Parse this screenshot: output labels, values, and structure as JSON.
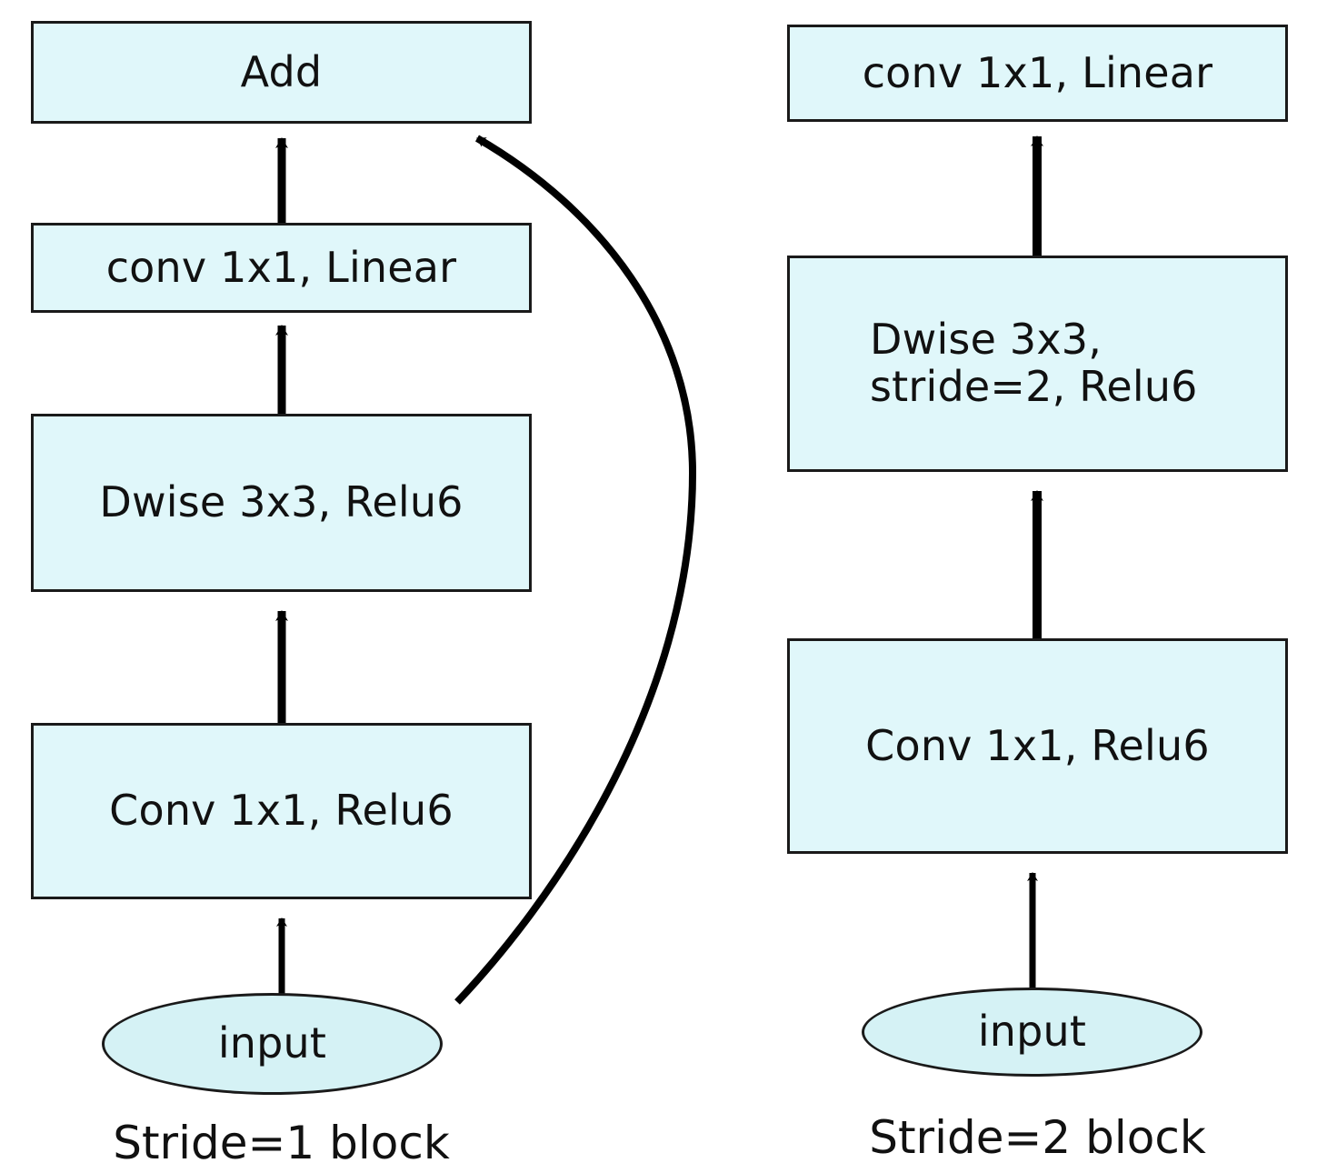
{
  "diagram": {
    "title_hidden": "MobileNetV2 bottleneck residual blocks",
    "background_color": "#ffffff",
    "node_fill_color": "#e0f7fa",
    "node_border_color": "#1a1a1a",
    "edge_color": "#000000",
    "text_color": "#111111"
  },
  "blocks": [
    {
      "id": "stride1",
      "caption": "Stride=1 block",
      "nodes": [
        {
          "id": "s1-add",
          "label": "Add",
          "shape": "rect",
          "align": "center"
        },
        {
          "id": "s1-conv-linear",
          "label": "conv 1x1, Linear",
          "shape": "rect",
          "align": "center"
        },
        {
          "id": "s1-dwise",
          "label": "Dwise 3x3, Relu6",
          "shape": "rect",
          "align": "center"
        },
        {
          "id": "s1-conv-relu",
          "label": "Conv 1x1, Relu6",
          "shape": "rect",
          "align": "center"
        },
        {
          "id": "s1-input",
          "label": "input",
          "shape": "ellipse",
          "align": "center"
        }
      ],
      "edges": [
        {
          "from": "s1-input",
          "to": "s1-conv-relu",
          "kind": "straight"
        },
        {
          "from": "s1-conv-relu",
          "to": "s1-dwise",
          "kind": "straight"
        },
        {
          "from": "s1-dwise",
          "to": "s1-conv-linear",
          "kind": "straight"
        },
        {
          "from": "s1-conv-linear",
          "to": "s1-add",
          "kind": "straight"
        },
        {
          "from": "s1-input",
          "to": "s1-add",
          "kind": "curved-skip-connection"
        }
      ]
    },
    {
      "id": "stride2",
      "caption": "Stride=2 block",
      "nodes": [
        {
          "id": "s2-conv-linear",
          "label": "conv 1x1, Linear",
          "shape": "rect",
          "align": "center"
        },
        {
          "id": "s2-dwise",
          "label": "Dwise 3x3,\nstride=2, Relu6",
          "shape": "rect",
          "align": "left"
        },
        {
          "id": "s2-conv-relu",
          "label": "Conv 1x1, Relu6",
          "shape": "rect",
          "align": "center"
        },
        {
          "id": "s2-input",
          "label": "input",
          "shape": "ellipse",
          "align": "center"
        }
      ],
      "edges": [
        {
          "from": "s2-input",
          "to": "s2-conv-relu",
          "kind": "straight"
        },
        {
          "from": "s2-conv-relu",
          "to": "s2-dwise",
          "kind": "straight"
        },
        {
          "from": "s2-dwise",
          "to": "s2-conv-linear",
          "kind": "straight"
        }
      ]
    }
  ]
}
